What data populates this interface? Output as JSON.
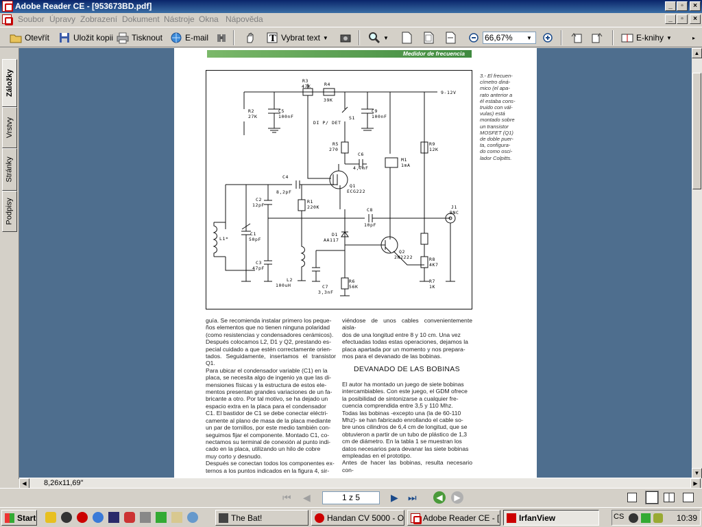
{
  "window": {
    "title": "Adobe Reader CE - [953673BD.pdf]"
  },
  "menu": [
    "Soubor",
    "Úpravy",
    "Zobrazení",
    "Dokument",
    "Nástroje",
    "Okna",
    "Nápověda"
  ],
  "toolbar": {
    "open": "Otevřít",
    "save_copy": "Uložit kopii",
    "print": "Tisknout",
    "email": "E-mail",
    "select_text": "Vybrat text",
    "zoom": "66,67%",
    "ebooks": "E-knihy"
  },
  "side_tabs": [
    "Záložky",
    "Vrstvy",
    "Stránky",
    "Podpisy"
  ],
  "document": {
    "header": "Medidor de frecuencia",
    "caption_lines": [
      "3.- El frecuen-",
      "címetro diná-",
      "mico (el apa-",
      "rato anterior a",
      "él estaba cons-",
      "truido con vál-",
      "vulas) está",
      "montado sobre",
      "un transistor",
      "MOSFET (Q1)",
      "de doble puer-",
      "ta, configura-",
      "do como osci-",
      "lador Colpitts."
    ],
    "section_title": "DEVANADO DE LAS BOBINAS",
    "col1": [
      "guía. Se recomienda instalar primero los peque-",
      "ños elementos que no tienen ninguna polaridad",
      "(como resistencias y condensadores cerámicos).",
      "Después colocamos L2, D1 y Q2, prestando es-",
      "pecial cuidado a que estén correctamente orien-",
      "tados. Seguidamente, insertamos el transistor Q1.",
      "Para ubicar el condensador variable (C1) en la",
      "placa, se necesita algo de ingenio ya que las di-",
      "mensiones físicas y la estructura de estos ele-",
      "mentos presentan grandes variaciones de un fa-",
      "bricante a otro. Por tal motivo, se ha dejado un",
      "espacio extra en la placa para el condensador",
      "C1. El bastidor de C1 se debe conectar eléctri-",
      "camente al plano de masa de la placa mediante",
      "un par de tornillos, por este medio también con-",
      "seguimos fijar el componente. Montado C1, co-",
      "nectamos su terminal de conexión al punto indi-",
      "cado en la placa, utilizando un hilo de cobre",
      "muy corto y desnudo.",
      "Después se conectan todos los componentes ex-",
      "ternos a los puntos indicados en la figura 4, sir-"
    ],
    "col2a": [
      "viéndose de unos cables convenientemente aisla-",
      "dos de una longitud entre 8 y 10 cm. Una vez",
      "efectuadas todas estas operaciones, dejamos la",
      "placa apartada por un momento y nos prepara-",
      "mos para el devanado de las bobinas."
    ],
    "col2b": [
      "El autor ha montado un juego de siete bobinas",
      "intercambiables. Con este juego, el GDM ofrece",
      "la posibilidad de sintonizarse a cualquier fre-",
      "cuencia comprendida entre 3,5 y 110 Mhz.",
      "Todas las bobinas -excepto una (la de 60-110",
      "Mhz)- se han fabricado enrollando el cable so-",
      "bre unos cilindros de 6,4 cm de longitud, que se",
      "obtuvieron a partir de un tubo de plástico de 1,3",
      "cm de diámetro. En la tabla 1 se muestran los",
      "datos necesarios para devanar las siete bobinas",
      "empleadas en el prototipo.",
      "Antes de hacer las bobinas, resulta necesario con-"
    ]
  },
  "chart_data": {
    "type": "schematic",
    "components": [
      {
        "ref": "R3",
        "value": "47K"
      },
      {
        "ref": "R4",
        "value": "39K"
      },
      {
        "ref": "R2",
        "value": "27K"
      },
      {
        "ref": "C5",
        "value": "100nF"
      },
      {
        "ref": "C9",
        "value": "100nF"
      },
      {
        "ref": "S1",
        "value": "DI P/ DET"
      },
      {
        "ref": "R5",
        "value": "270"
      },
      {
        "ref": "C6",
        "value": "4,7nF"
      },
      {
        "ref": "M1",
        "value": "1mA"
      },
      {
        "ref": "R9",
        "value": "12K"
      },
      {
        "ref": "C4",
        "value": "8,2pF"
      },
      {
        "ref": "Q1",
        "value": "ECG222"
      },
      {
        "ref": "C2",
        "value": "12pF"
      },
      {
        "ref": "R1",
        "value": "220K"
      },
      {
        "ref": "C8",
        "value": "10pF"
      },
      {
        "ref": "J1",
        "value": "BNC"
      },
      {
        "ref": "L1",
        "value": "L1*"
      },
      {
        "ref": "C1",
        "value": "50pF"
      },
      {
        "ref": "D1",
        "value": "AA117"
      },
      {
        "ref": "Q2",
        "value": "2N2222"
      },
      {
        "ref": "C3",
        "value": "47pF"
      },
      {
        "ref": "R8",
        "value": "4K7"
      },
      {
        "ref": "L2",
        "value": "100uH"
      },
      {
        "ref": "C7",
        "value": "3,3nF"
      },
      {
        "ref": "R6",
        "value": "56K"
      },
      {
        "ref": "R7",
        "value": "1K"
      }
    ],
    "supply": "9-12V"
  },
  "status": {
    "page_size": "8,26x11,69\"",
    "page_indicator": "1 z 5"
  },
  "taskbar": {
    "start": "Start",
    "tasks": [
      "The Bat!",
      "Handan CV 5000 - O...",
      "Adobe Reader CE - [...",
      "IrfanView"
    ],
    "tray_text": "CS",
    "clock": "10:39"
  }
}
